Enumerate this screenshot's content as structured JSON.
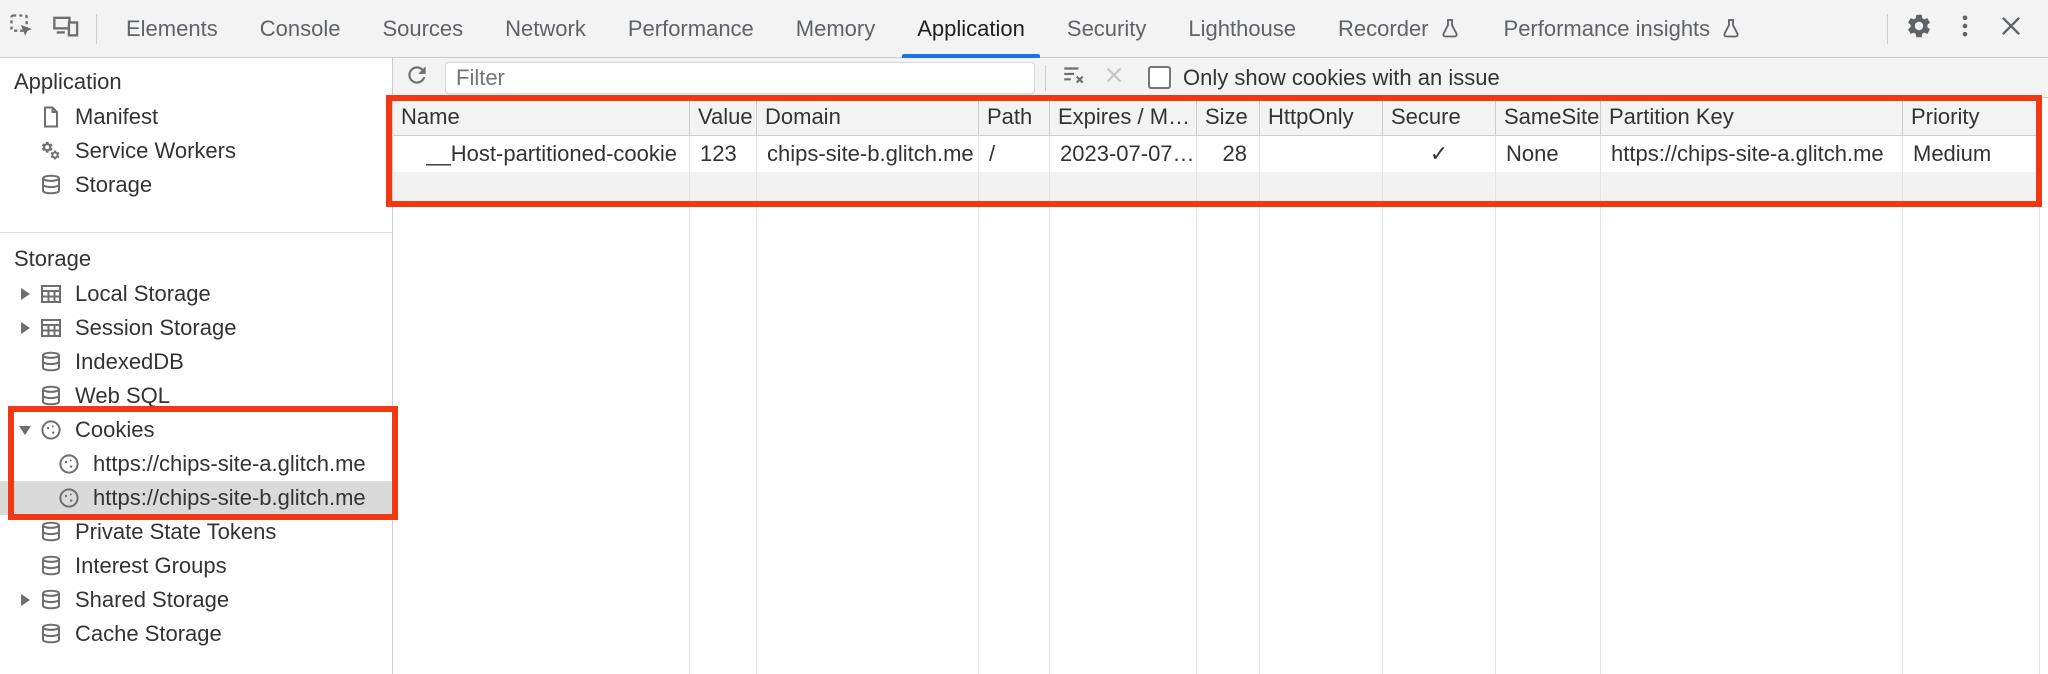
{
  "colors": {
    "accent_blue": "#1a73e8",
    "annotation_red": "#f23813",
    "toolbar_bg": "#f3f3f3",
    "selected_row_bg": "#dadada"
  },
  "toolbar": {
    "left_icons": [
      {
        "icon": "inspect-icon"
      },
      {
        "icon": "device-toolbar-icon"
      }
    ],
    "tabs": [
      {
        "label": "Elements"
      },
      {
        "label": "Console"
      },
      {
        "label": "Sources"
      },
      {
        "label": "Network"
      },
      {
        "label": "Performance"
      },
      {
        "label": "Memory"
      },
      {
        "label": "Application",
        "selected": true
      },
      {
        "label": "Security"
      },
      {
        "label": "Lighthouse"
      },
      {
        "label": "Recorder",
        "flask": true
      },
      {
        "label": "Performance insights",
        "flask": true
      }
    ],
    "right_icons": [
      {
        "icon": "settings-gear-icon"
      },
      {
        "icon": "more-menu-icon"
      },
      {
        "icon": "close-icon"
      }
    ]
  },
  "filter_bar": {
    "placeholder": "Filter",
    "checkbox_label": "Only show cookies with an issue",
    "checkbox_checked": false
  },
  "sidebar": {
    "sections": [
      {
        "title": "Application",
        "items": [
          {
            "label": "Manifest",
            "icon": "document-icon"
          },
          {
            "label": "Service Workers",
            "icon": "service-workers-icon"
          },
          {
            "label": "Storage",
            "icon": "database-icon"
          }
        ]
      },
      {
        "title": "Storage",
        "items": [
          {
            "label": "Local Storage",
            "icon": "table-icon",
            "arrow": "collapsed"
          },
          {
            "label": "Session Storage",
            "icon": "table-icon",
            "arrow": "collapsed"
          },
          {
            "label": "IndexedDB",
            "icon": "database-icon"
          },
          {
            "label": "Web SQL",
            "icon": "database-icon"
          },
          {
            "label": "Cookies",
            "icon": "cookie-icon",
            "arrow": "expanded"
          },
          {
            "label": "https://chips-site-a.glitch.me",
            "icon": "cookie-icon",
            "child": true
          },
          {
            "label": "https://chips-site-b.glitch.me",
            "icon": "cookie-icon",
            "child": true,
            "selected": true
          },
          {
            "label": "Private State Tokens",
            "icon": "database-icon"
          },
          {
            "label": "Interest Groups",
            "icon": "database-icon"
          },
          {
            "label": "Shared Storage",
            "icon": "database-icon",
            "arrow": "collapsed"
          },
          {
            "label": "Cache Storage",
            "icon": "database-icon"
          }
        ]
      }
    ]
  },
  "cookie_table": {
    "columns": [
      "Name",
      "Value",
      "Domain",
      "Path",
      "Expires / M…",
      "Size",
      "HttpOnly",
      "Secure",
      "SameSite",
      "Partition Key",
      "Priority"
    ],
    "rows": [
      [
        "__Host-partitioned-cookie",
        "123",
        "chips-site-b.glitch.me",
        "/",
        "2023-07-07…",
        "28",
        "",
        "✓",
        "None",
        "https://chips-site-a.glitch.me",
        "Medium"
      ]
    ]
  }
}
